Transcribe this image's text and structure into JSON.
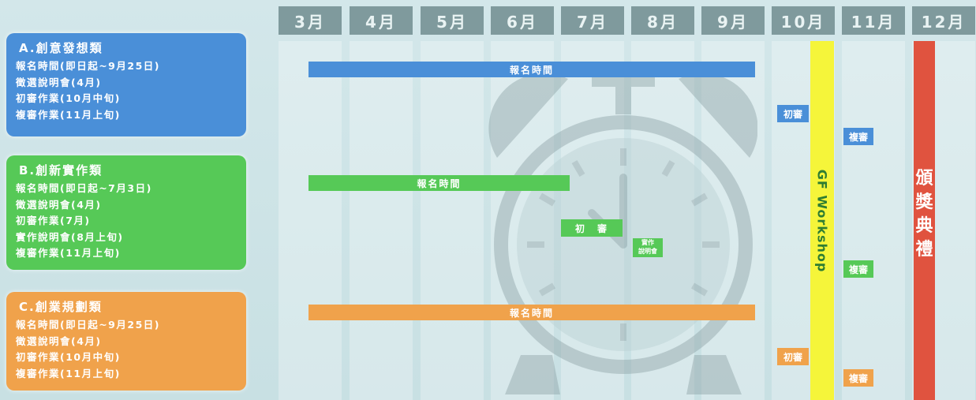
{
  "months": [
    "3月",
    "4月",
    "5月",
    "6月",
    "7月",
    "8月",
    "9月",
    "10月",
    "11月",
    "12月"
  ],
  "categories": [
    {
      "title": "A.創意發想類",
      "color": "#4a8fd8",
      "lines": [
        "報名時間(即日起~9月25日)",
        "徵選說明會(4月)",
        "初審作業(10月中旬)",
        "複審作業(11月上旬)"
      ]
    },
    {
      "title": "B.創新實作類",
      "color": "#56c957",
      "lines": [
        "報名時間(即日起~7月3日)",
        "徵選說明會(4月)",
        "初審作業(7月)",
        "實作說明會(8月上旬)",
        "複審作業(11月上旬)"
      ]
    },
    {
      "title": "C.創業規劃類",
      "color": "#f0a24b",
      "lines": [
        "報名時間(即日起~9月25日)",
        "徵選說明會(4月)",
        "初審作業(10月中旬)",
        "複審作業(11月上旬)"
      ]
    }
  ],
  "bars": {
    "a_registration": "報名時間",
    "b_registration": "報名時間",
    "c_registration": "報名時間",
    "b_initial": "初　審",
    "b_workshop_line1": "實作",
    "b_workshop_line2": "說明會"
  },
  "tags": {
    "a_initial": "初審",
    "a_final": "複審",
    "b_final": "複審",
    "c_initial": "初審",
    "c_final": "複審"
  },
  "strips": {
    "gf_workshop": "GF Workshop",
    "award": [
      "頒",
      "獎",
      "典",
      "禮"
    ]
  },
  "colors": {
    "blue": "#4a8fd8",
    "green": "#56c957",
    "orange": "#f0a24b",
    "yellow": "#f5f53a",
    "red": "#e0533f",
    "header": "#7f9a9d"
  }
}
